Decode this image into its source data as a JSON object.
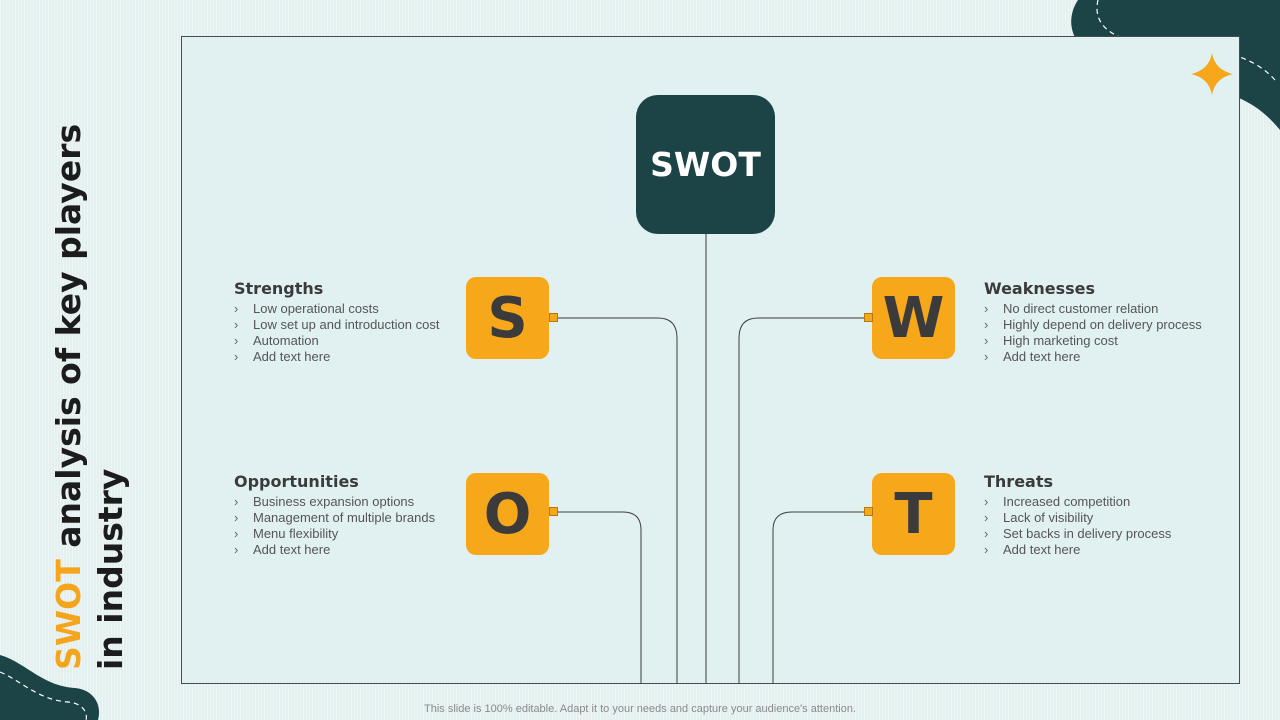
{
  "title": {
    "highlight": "SWOT",
    "rest_line1": " analysis of key players",
    "line2": "in industry"
  },
  "center_label": "SWOT",
  "quadrants": {
    "strengths": {
      "letter": "S",
      "heading": "Strengths",
      "items": [
        "Low operational costs",
        "Low set up and introduction cost",
        "Automation",
        "Add text here"
      ]
    },
    "weaknesses": {
      "letter": "W",
      "heading": "Weaknesses",
      "items": [
        "No direct customer relation",
        "Highly depend on delivery process",
        "High marketing cost",
        "Add text here"
      ]
    },
    "opportunities": {
      "letter": "O",
      "heading": "Opportunities",
      "items": [
        "Business expansion options",
        "Management of multiple brands",
        "Menu flexibility",
        "Add text here"
      ]
    },
    "threats": {
      "letter": "T",
      "heading": "Threats",
      "items": [
        "Increased competition",
        "Lack of visibility",
        "Set backs in delivery process",
        "Add text here"
      ]
    }
  },
  "footer": "This slide is 100% editable. Adapt it to your needs and capture your audience's attention.",
  "colors": {
    "accent": "#f7a71a",
    "dark_teal": "#1c4447",
    "background": "#e4f0f0"
  },
  "icons": {
    "sparkle": "four-point-star-icon"
  }
}
